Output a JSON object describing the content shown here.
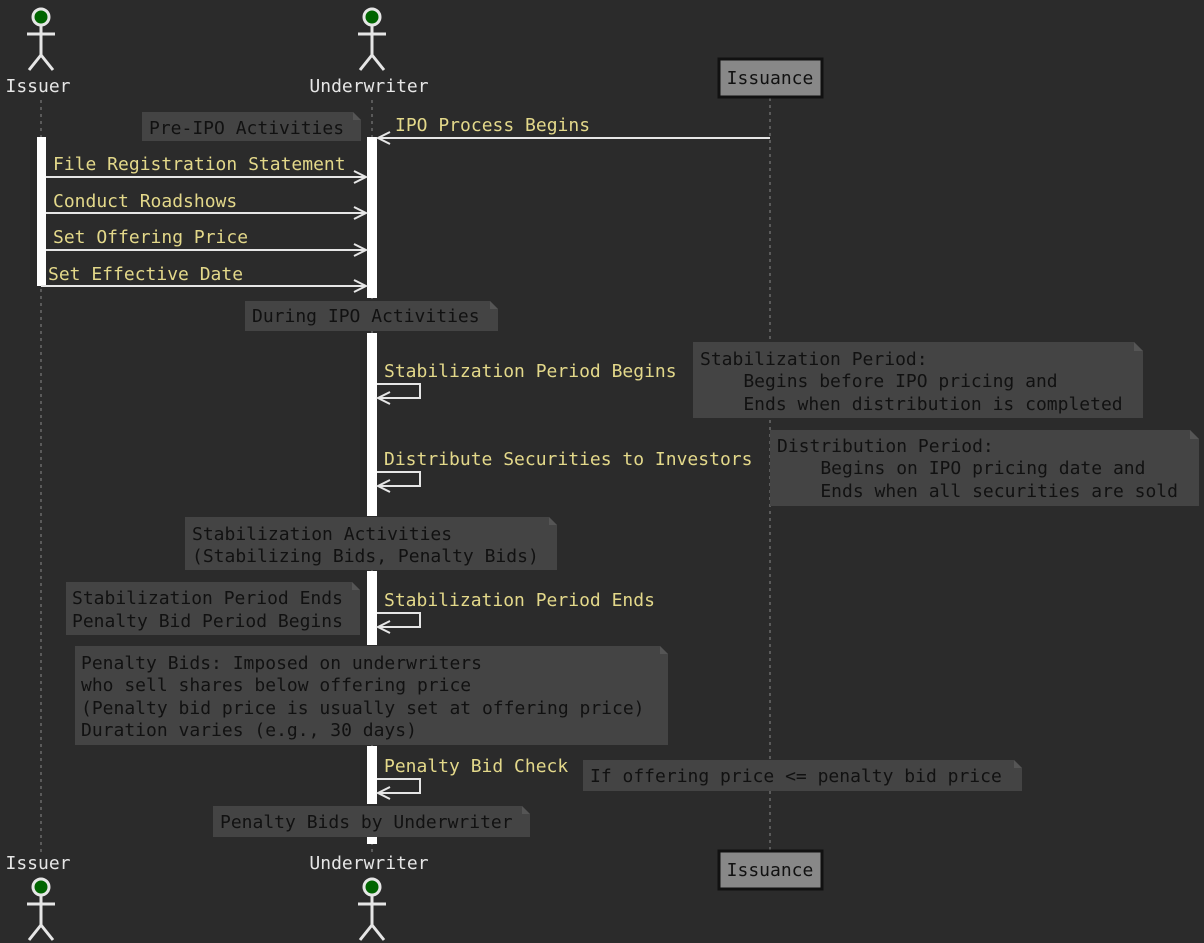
{
  "participants": {
    "issuer": "Issuer",
    "underwriter": "Underwriter",
    "issuance": "Issuance"
  },
  "messages": {
    "ipo_begins": "IPO Process Begins",
    "file_reg": "File Registration Statement",
    "roadshows": "Conduct Roadshows",
    "set_price": "Set Offering Price",
    "set_date": "Set Effective Date",
    "stab_begins": "Stabilization Period Begins",
    "distribute": "Distribute Securities to Investors",
    "stab_ends": "Stabilization Period Ends",
    "penalty_check": "Penalty Bid Check"
  },
  "notes": {
    "pre_ipo": "Pre-IPO Activities",
    "during_ipo": "During IPO Activities",
    "stab_period": [
      "Stabilization Period:",
      "    Begins before IPO pricing and",
      "    Ends when distribution is completed"
    ],
    "dist_period": [
      "Distribution Period:",
      "    Begins on IPO pricing date and",
      "    Ends when all securities are sold"
    ],
    "stab_activities": [
      "Stabilization Activities",
      "(Stabilizing Bids, Penalty Bids)"
    ],
    "stab_end_note": [
      "Stabilization Period Ends",
      "Penalty Bid Period Begins"
    ],
    "penalty_bids": [
      "Penalty Bids: Imposed on underwriters",
      "who sell shares below offering price",
      "(Penalty bid price is usually set at offering price)",
      "Duration varies (e.g., 30 days)"
    ],
    "penalty_condition": "If offering price <= penalty bid price",
    "penalty_by_uw": "Penalty Bids by Underwriter"
  },
  "colors": {
    "background": "#2b2b2b",
    "message_text": "#e3d88a",
    "note_fill": "#444444",
    "actor_head": "#006400"
  }
}
